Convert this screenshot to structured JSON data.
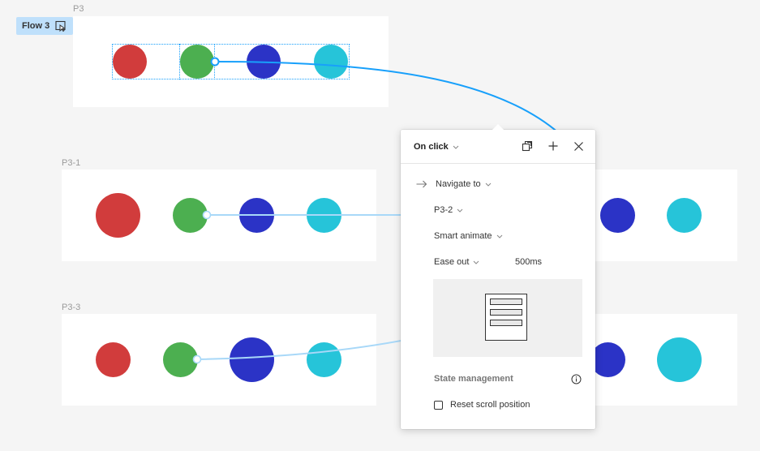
{
  "canvas": {
    "frames": [
      {
        "label": "P3"
      },
      {
        "label": "P3-1"
      },
      {
        "label": "P3-3"
      }
    ],
    "colors": {
      "red": "#d13c3c",
      "green": "#4caf50",
      "blue": "#2b33c6",
      "cyan": "#26c4d9",
      "connector": "#18a0fb",
      "connector_faded": "#a8d8f8"
    }
  },
  "flow": {
    "label": "Flow 3",
    "icon": "play-frame-icon"
  },
  "panel": {
    "trigger": "On click",
    "action": "Navigate to",
    "destination": "P3-2",
    "animation": "Smart animate",
    "easing": "Ease out",
    "duration": "500ms",
    "state_section": "State management",
    "reset_scroll": "Reset scroll position",
    "reset_scroll_checked": false,
    "icons": {
      "detach": "copy-icon",
      "add": "plus-icon",
      "close": "close-icon",
      "info": "info-icon",
      "action": "arrow-right-icon"
    }
  }
}
